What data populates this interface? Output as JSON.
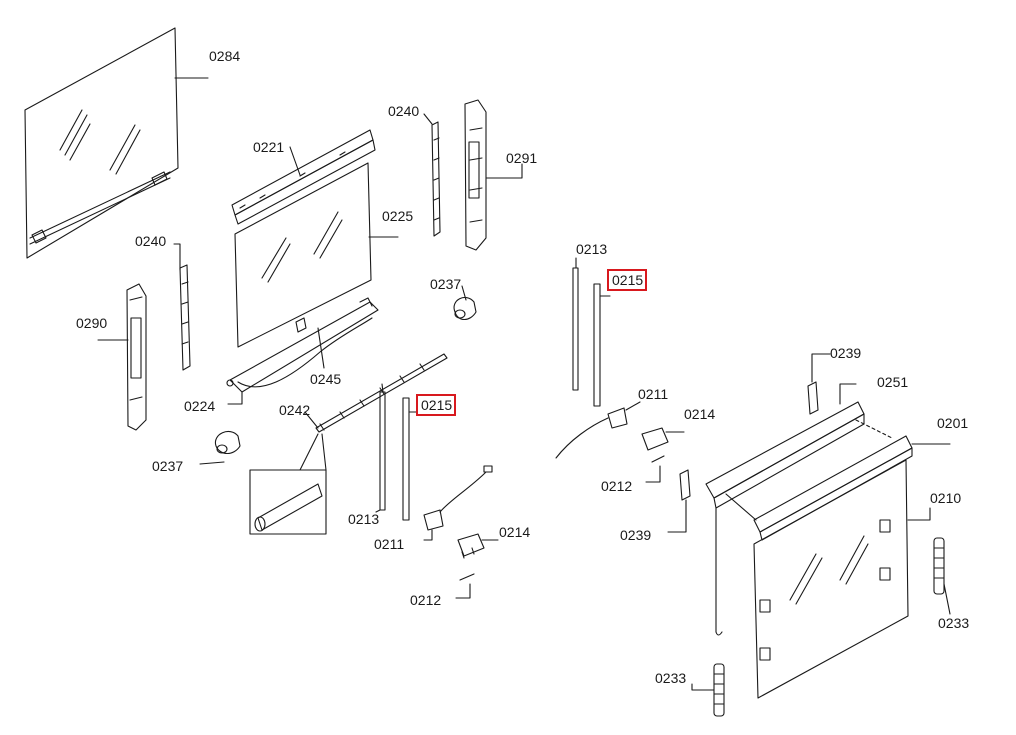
{
  "labels": {
    "p0284": "0284",
    "p0221": "0221",
    "p0240a": "0240",
    "p0291": "0291",
    "p0225": "0225",
    "p0240b": "0240",
    "p0290": "0290",
    "p0237a": "0237",
    "p0245": "0245",
    "p0224": "0224",
    "p0242": "0242",
    "p0215a": "0215",
    "p0237b": "0237",
    "p0213a": "0213",
    "p0211a": "0211",
    "p0214a": "0214",
    "p0212a": "0212",
    "p0213b": "0213",
    "p0215b": "0215",
    "p0211b": "0211",
    "p0214b": "0214",
    "p0212b": "0212",
    "p0239a": "0239",
    "p0239b": "0239",
    "p0251": "0251",
    "p0201": "0201",
    "p0210": "0210",
    "p0233a": "0233",
    "p0233b": "0233"
  },
  "highlight_color": "#d8191e",
  "line_color": "#1a1a1a"
}
